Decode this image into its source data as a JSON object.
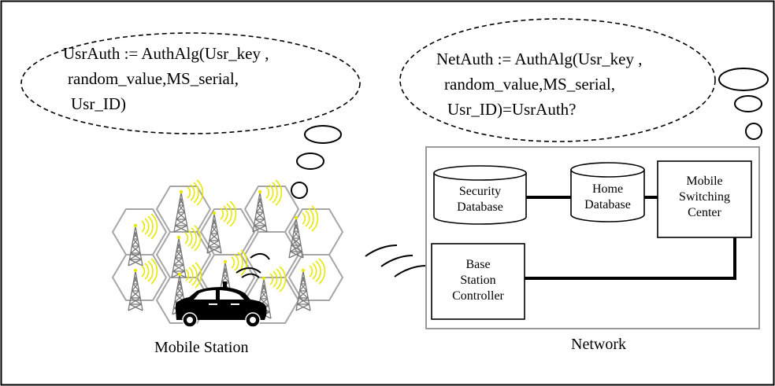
{
  "thought_bubbles": {
    "mobile_station": {
      "lines": [
        "UsrAuth := AuthAlg(Usr_key ,",
        "random_value,MS_serial,",
        "Usr_ID)"
      ]
    },
    "network": {
      "lines": [
        "NetAuth := AuthAlg(Usr_key ,",
        "random_value,MS_serial,",
        "Usr_ID)=UsrAuth?"
      ]
    }
  },
  "network_components": {
    "security_database": {
      "label": "Security\nDatabase"
    },
    "home_database": {
      "label": "Home\nDatabase"
    },
    "mobile_switching_center": {
      "label": "Mobile\nSwitching\nCenter"
    },
    "base_station_controller": {
      "label": "Base\nStation\nController"
    }
  },
  "captions": {
    "mobile_station": "Mobile Station",
    "network": "Network"
  },
  "colors": {
    "line": "#000000",
    "cell_border": "#a6a6a6",
    "network_frame": "#999999",
    "radio_waves": "#e8e800"
  },
  "icons": {
    "cell_tower": "lattice-antenna-tower-icon",
    "car": "car-icon",
    "radio_link": "radio-wave-icon"
  }
}
